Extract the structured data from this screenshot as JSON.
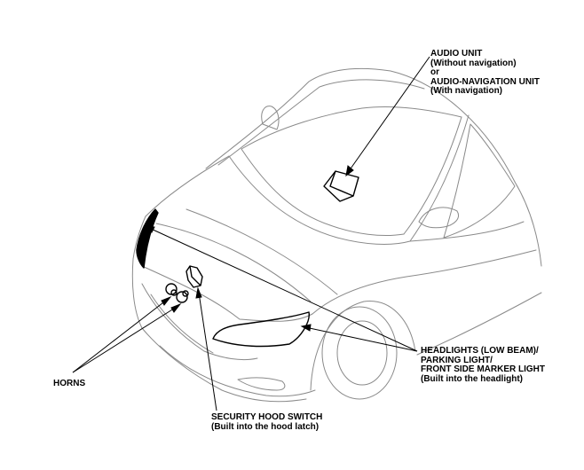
{
  "labels": {
    "audio": {
      "line1": "AUDIO UNIT",
      "line2": "(Without navigation)",
      "line3": "or",
      "line4": "AUDIO-NAVIGATION UNIT",
      "line5": "(With navigation)"
    },
    "headlights": {
      "line1": "HEADLIGHTS (LOW BEAM)/",
      "line2": "PARKING LIGHT/",
      "line3": "FRONT SIDE MARKER LIGHT",
      "line4": "(Built into the headlight)"
    },
    "horns": {
      "line1": "HORNS"
    },
    "hood_switch": {
      "line1": "SECURITY HOOD SWITCH",
      "line2": "(Built into the hood latch)"
    }
  },
  "colors": {
    "outline": "#8a8a8a",
    "leader": "#000000",
    "component": "#000000"
  }
}
